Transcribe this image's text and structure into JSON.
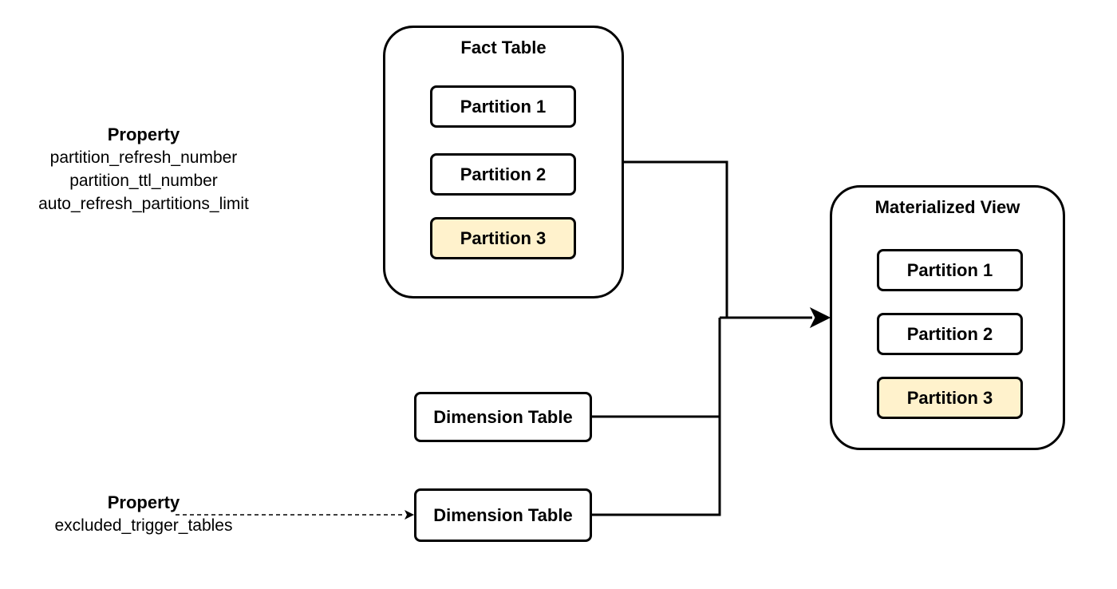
{
  "fact_table": {
    "title": "Fact Table",
    "partitions": [
      "Partition 1",
      "Partition 2",
      "Partition 3"
    ]
  },
  "materialized_view": {
    "title": "Materialized View",
    "partitions": [
      "Partition 1",
      "Partition 2",
      "Partition 3"
    ]
  },
  "dimension_tables": [
    "Dimension Table",
    "Dimension Table"
  ],
  "property_top": {
    "heading": "Property",
    "lines": [
      "partition_refresh_number",
      "partition_ttl_number",
      "auto_refresh_partitions_limit"
    ]
  },
  "property_bottom": {
    "heading": "Property",
    "lines": [
      "excluded_trigger_tables"
    ]
  },
  "colors": {
    "stroke": "#000000",
    "highlight_fill": "#fff2cc",
    "background": "#ffffff"
  }
}
